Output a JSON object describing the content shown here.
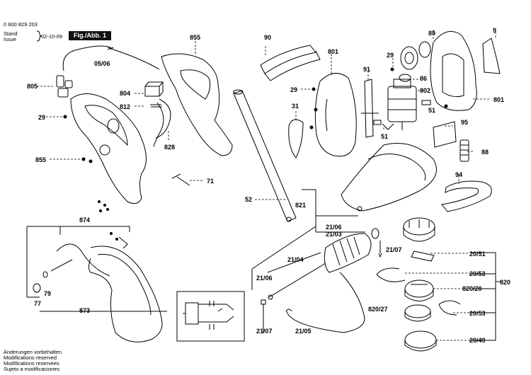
{
  "header": {
    "doc_number": "0 600 829 203",
    "stand_label": "Stand",
    "issue_label": "Issue",
    "date": "02-10-09",
    "figure_label": "Fig./Abb. 1"
  },
  "footer": {
    "lines": [
      "Änderungen vorbehalten",
      "Modifications reserved",
      "Modifications reservees",
      "Sujeto a modificaciones"
    ]
  },
  "callouts": {
    "c855a": "855",
    "c90": "90",
    "c89": "89",
    "c9": "9",
    "c0506": "05/06",
    "c805": "805",
    "c801a": "801",
    "c29a": "29",
    "c91": "91",
    "c86": "86",
    "c804": "804",
    "c29b": "29",
    "c802": "802",
    "c801b": "801",
    "c812": "812",
    "c31": "31",
    "c51a": "51",
    "c29c": "29",
    "c51b": "51",
    "c95": "95",
    "c828": "828",
    "c88": "88",
    "c855b": "855",
    "c71": "71",
    "c94": "94",
    "c52": "52",
    "c821": "821",
    "c874": "874",
    "c2106": "21/06",
    "c2103": "21/03",
    "c2107a": "21/07",
    "c2051": "20/51",
    "c2104": "21/04",
    "c2053a": "20/53",
    "c820": "820",
    "c79": "79",
    "c2106b": "21/06",
    "c82020": "820/20",
    "c77": "77",
    "c873": "873",
    "c82027": "820/27",
    "c2053b": "20/53",
    "c2107b": "21/07",
    "c2105": "21/05",
    "c2049": "20/49"
  }
}
